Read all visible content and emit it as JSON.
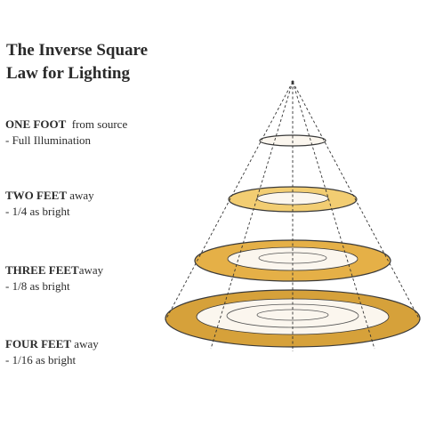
{
  "title": {
    "line1": "The Inverse Square",
    "line2": "Law for Lighting"
  },
  "levels": [
    {
      "distance": "ONE FOOT",
      "suffix": "from source",
      "detail": "- Full Illumination",
      "intensity": 1
    },
    {
      "distance": "TWO FEET",
      "suffix": "away",
      "detail": "- 1/4 as bright",
      "intensity": 0.25
    },
    {
      "distance": "THREE FEET",
      "suffix": "away",
      "detail": "- 1/8 as bright",
      "intensity": 0.125
    },
    {
      "distance": "FOUR FEET",
      "suffix": "away",
      "detail": "- 1/16 as bright",
      "intensity": 0.0625
    }
  ],
  "colors": {
    "light_ring": "#f2cd72",
    "mid_ring": "#e5b047",
    "dark_ring": "#d6a13a",
    "center_fill": "#fbf6ee",
    "outline": "#3a3a3a"
  }
}
